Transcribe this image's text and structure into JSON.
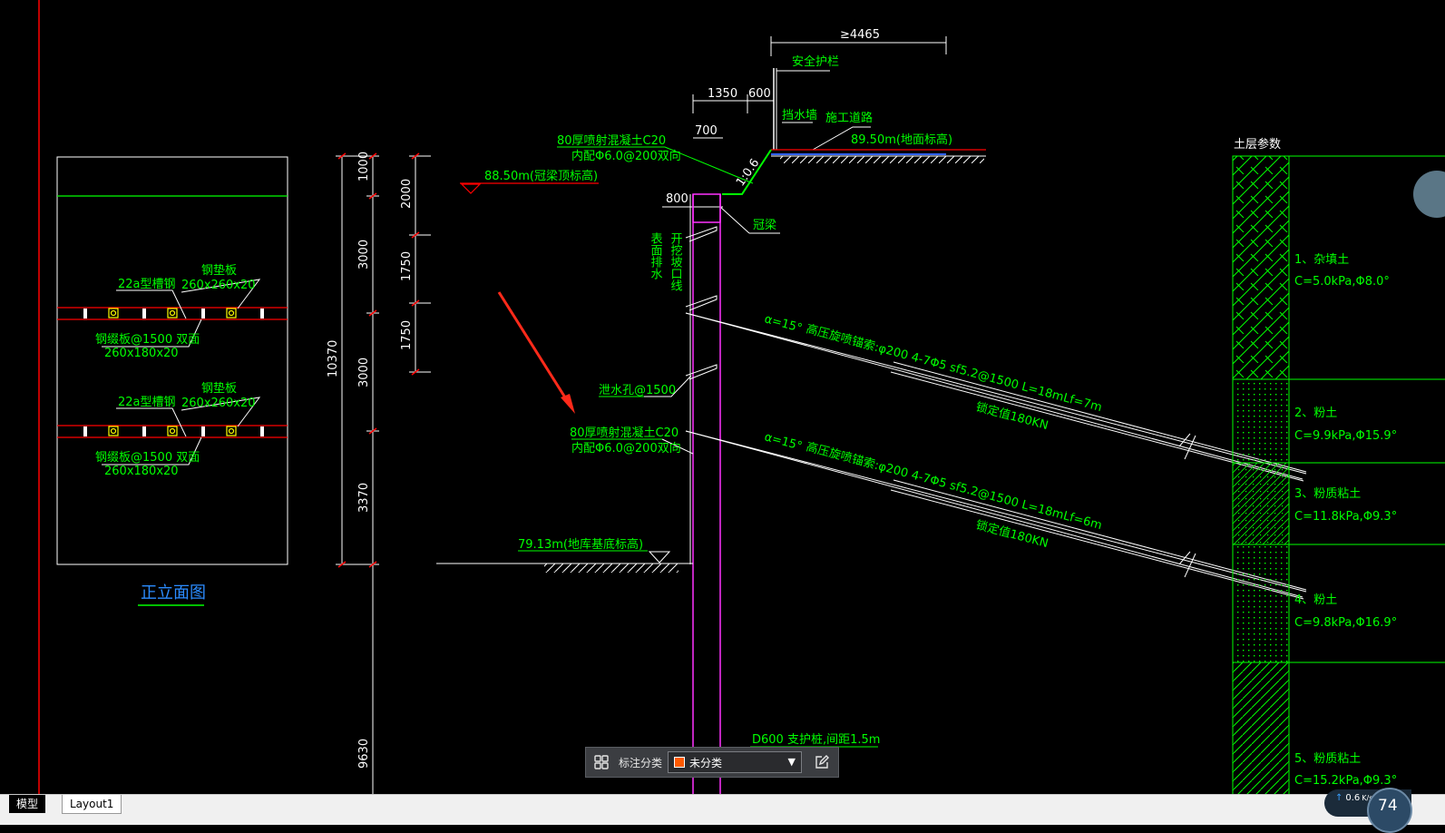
{
  "drawing": {
    "dim_top_width": "≥4465",
    "label_safety_rail": "安全护栏",
    "dim_1350": "1350",
    "dim_600": "600",
    "label_retaining_wall": "挡水墙",
    "label_road": "施工道路",
    "elev_ground": "89.50m(地面标高)",
    "dim_700": "700",
    "shotcrete_top_1": "80厚喷射混凝土C20",
    "shotcrete_top_2": "内配Φ6.0@200双向",
    "slope_ratio": "1:0.6",
    "elev_crown_beam": "88.50m(冠梁顶标高)",
    "dim_800": "800",
    "label_crown_beam": "冠梁",
    "label_surface_drain": "表面排水",
    "label_chute": "开挖坡口线",
    "anchor1_angle": "α=15°",
    "anchor1_spec": "高压旋喷锚索:φ200 4-7Φ5 sf5.2@1500  L=18mLf=7m",
    "anchor1_lock": "锁定值180KN",
    "anchor2_angle": "α=15°",
    "anchor2_spec": "高压旋喷锚索:φ200 4-7Φ5 sf5.2@1500  L=18mLf=6m",
    "anchor2_lock": "锁定值180KN",
    "label_drain_hole": "泄水孔@1500",
    "shotcrete_mid_1": "80厚喷射混凝土C20",
    "shotcrete_mid_2": "内配Φ6.0@200双向",
    "elev_pit_bottom": "79.13m(地库基底标高)",
    "label_pile": "D600 支护桩,间距1.5m",
    "dim_1000": "1000",
    "dim_3000a": "3000",
    "dim_3000b": "3000",
    "dim_3370": "3370",
    "dim_10370": "10370",
    "dim_9630": "9630",
    "dim_2000": "2000",
    "dim_1750a": "1750",
    "dim_1750b": "1750",
    "elev_view_title": "正立面图",
    "elev_a_beam": "22a型槽钢",
    "elev_a_plate_top": "钢垫板",
    "elev_a_plate_size": "260x260x20",
    "elev_a_bottom1": "钢缀板@1500 双面",
    "elev_a_bottom2": "260x180x20",
    "elev_b_beam": "22a型槽钢",
    "elev_b_plate_top": "钢垫板",
    "elev_b_plate_size": "260x260x20",
    "elev_b_bottom1": "钢缀板@1500 双面",
    "elev_b_bottom2": "260x180x20",
    "soil_title": "土层参数",
    "soil1_name": "1、杂填土",
    "soil1_param": "C=5.0kPa,Φ8.0°",
    "soil2_name": "2、粉土",
    "soil2_param": "C=9.9kPa,Φ15.9°",
    "soil3_name": "3、粉质粘土",
    "soil3_param": "C=11.8kPa,Φ9.3°",
    "soil4_name": "4、粉土",
    "soil4_param": "C=9.8kPa,Φ16.9°",
    "soil5_name": "5、粉质粘土",
    "soil5_param": "C=15.2kPa,Φ9.3°"
  },
  "annotation_bar": {
    "label": "标注分类",
    "selected": "未分类",
    "swatch_color": "#ff5a00"
  },
  "tabs": {
    "model": "模型",
    "layout1": "Layout1"
  },
  "net": {
    "speed": "0.6",
    "unit": "K/s",
    "percent": "74"
  },
  "colors": {
    "background": "#000000",
    "line_green": "#00ff00",
    "line_magenta": "#ff33ff",
    "line_red": "#ff0000",
    "line_white": "#ffffff",
    "arrow_red": "#ff2a1a"
  }
}
